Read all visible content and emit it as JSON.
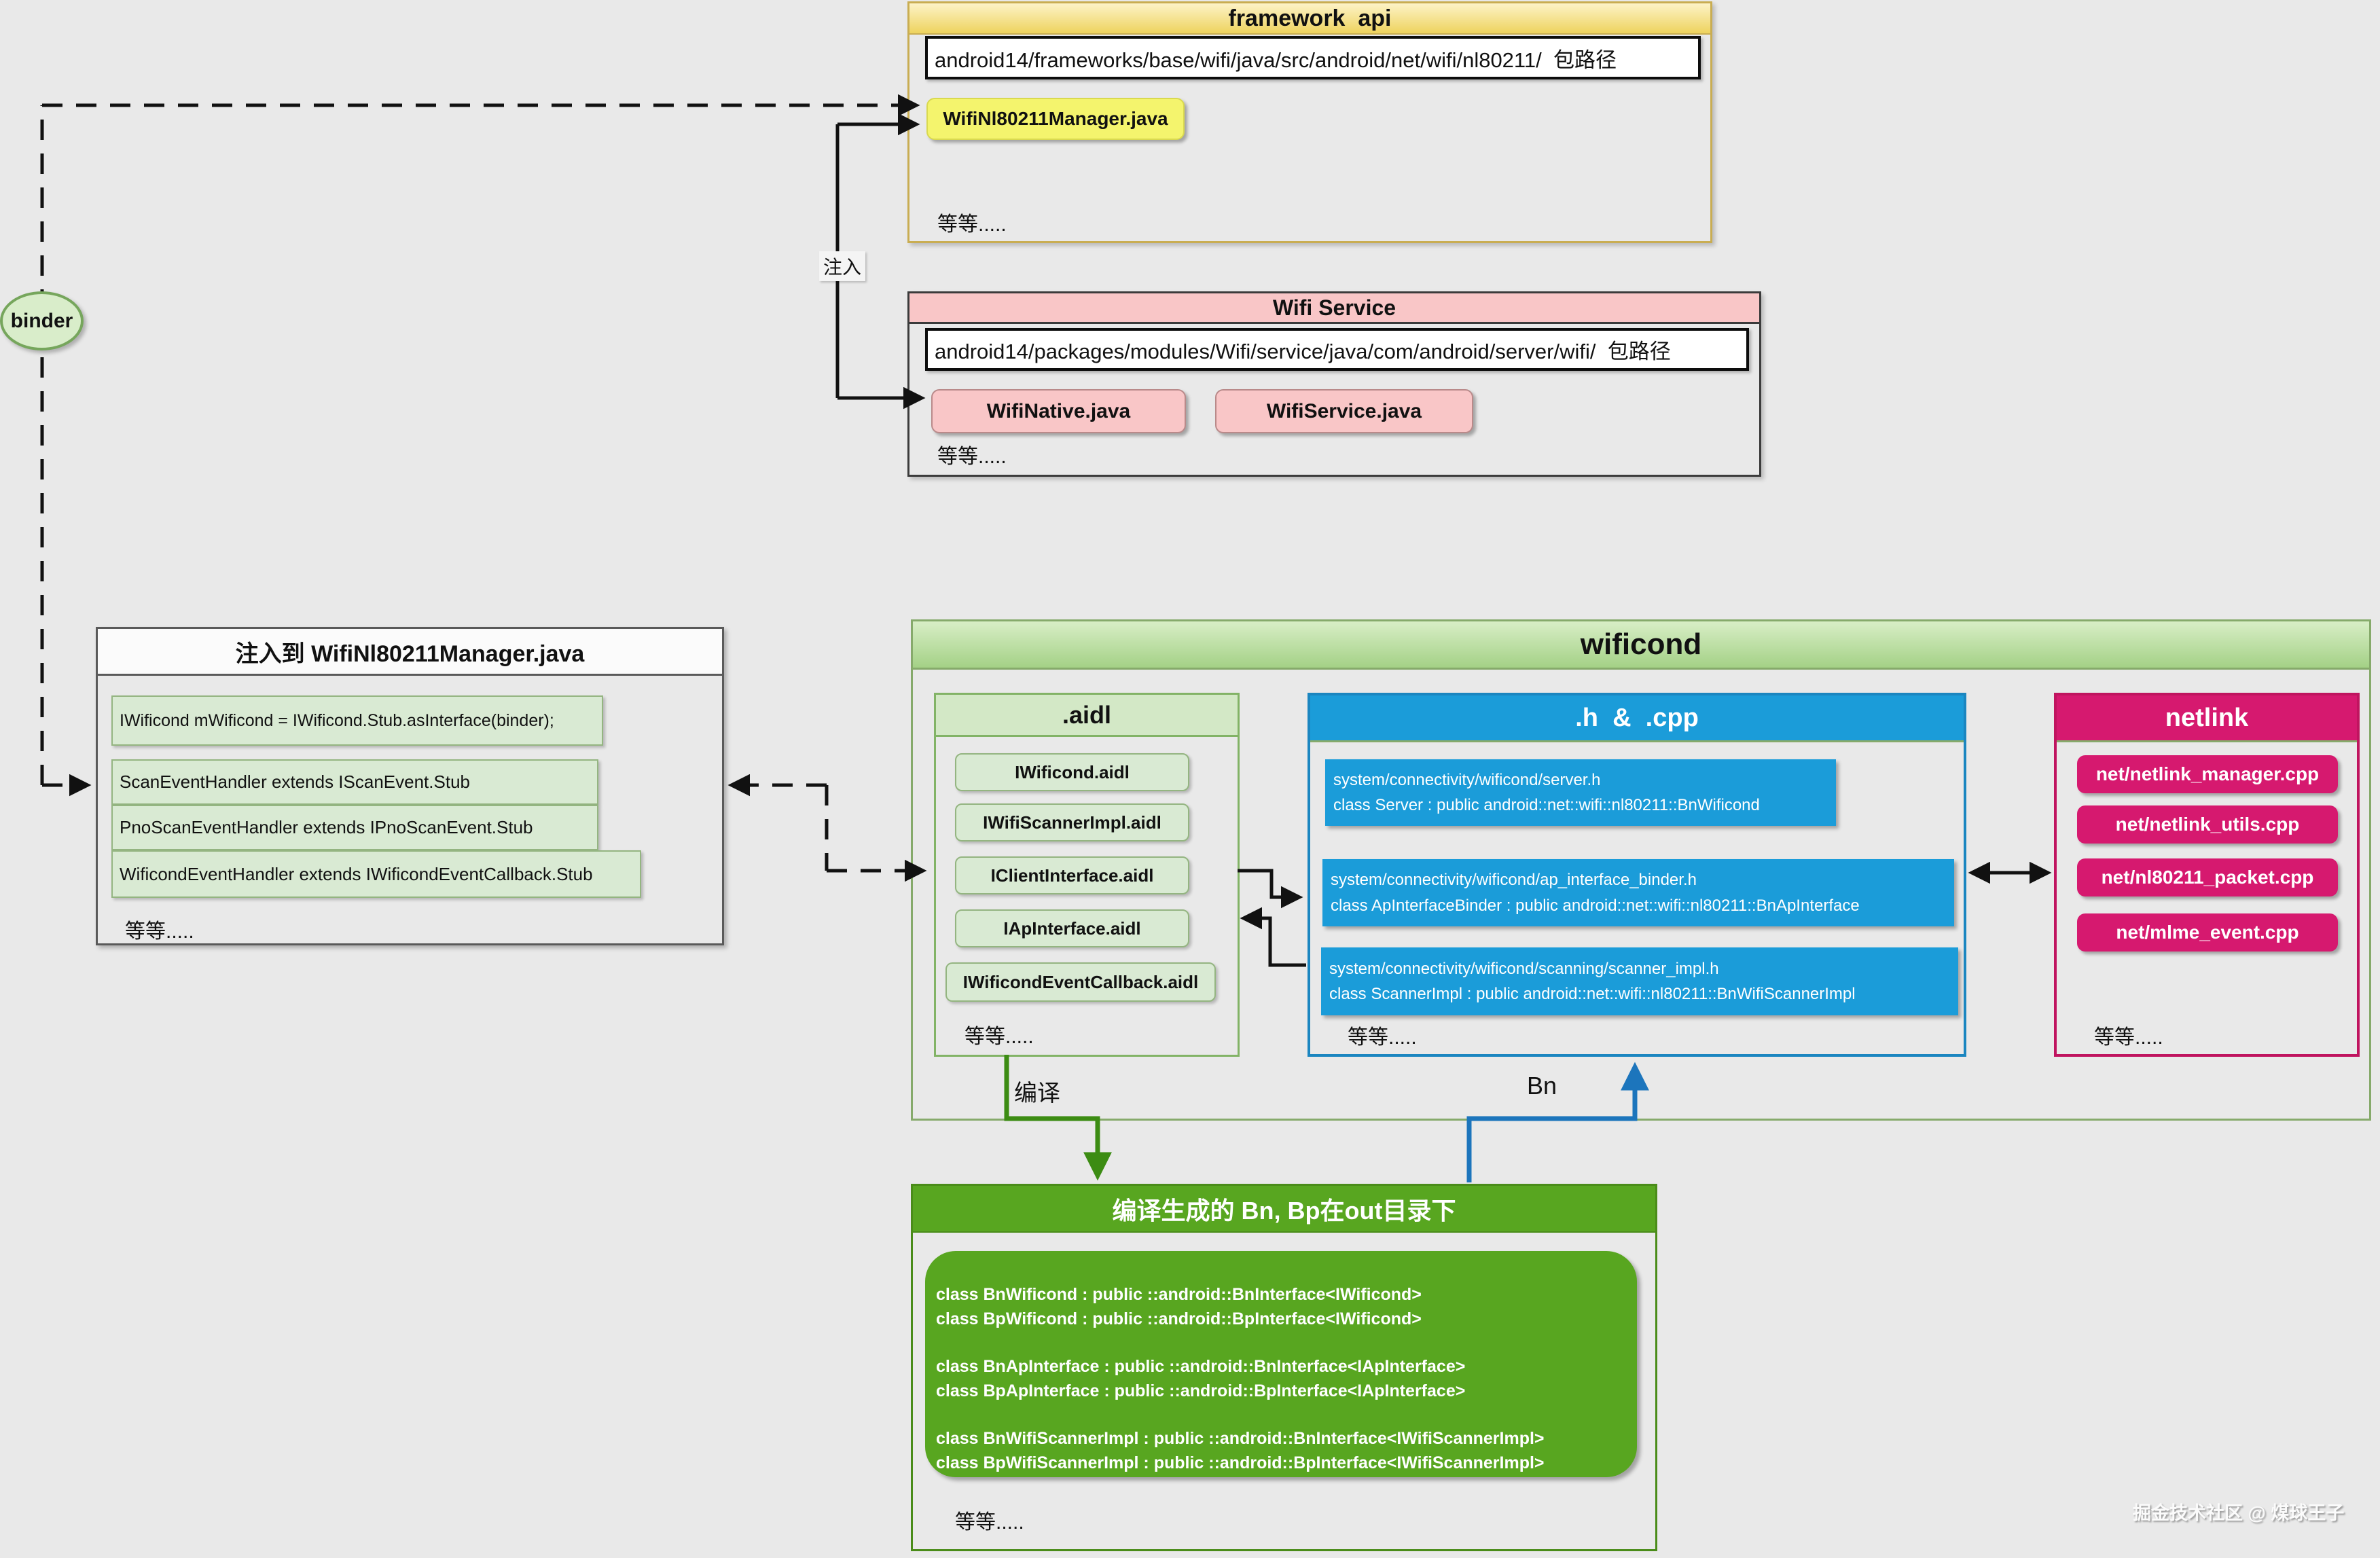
{
  "colors": {
    "bg": "#e9e9e9",
    "fw_border": "#c9ad52",
    "fw_head_top": "#fdf3c7",
    "fw_head_bot": "#eed35e",
    "yellow_fill": "#f4f46d",
    "yellow_border": "#d9d94f",
    "sv_border": "#3b3b3b",
    "sv_pink": "#f9c6c7",
    "sv_item_border": "#b98a8a",
    "in_border": "#5a5a5a",
    "gr_item": "#d9ead3",
    "gr_item_border": "#94b581",
    "wc_border": "#86aa6b",
    "wc_head_top": "#d8eec6",
    "wc_head_bot": "#a4d186",
    "aidl_head": "#d3e8c6",
    "aidl_border": "#82b366",
    "hc_blue": "#1b9cd9",
    "hc_border": "#1b86c0",
    "nl_pink": "#d6196f",
    "nl_border": "#c0145f",
    "gen_green": "#58a620",
    "gen_border": "#4a8c19",
    "binder_fill": "#d9edca",
    "binder_border": "#76a65c",
    "arrow_black": "#111111",
    "arrow_green": "#3c8c13",
    "arrow_blue": "#1c75bc",
    "wm_color": "#fbfbfb"
  },
  "more": "等等.....",
  "framework_api": {
    "title": "framework  api",
    "path": "android14/frameworks/base/wifi/java/src/android/net/wifi/nl80211/  包路径",
    "file": "WifiNl80211Manager.java"
  },
  "wifi_service": {
    "title": "Wifi Service",
    "path": "android14/packages/modules/Wifi/service/java/com/android/server/wifi/  包路径",
    "files": [
      "WifiNative.java",
      "WifiService.java"
    ]
  },
  "binder": {
    "label": "binder"
  },
  "inject_box": {
    "title": "注入到 WifiNl80211Manager.java",
    "items": [
      "IWificond mWificond = IWificond.Stub.asInterface(binder);",
      "ScanEventHandler extends IScanEvent.Stub",
      "PnoScanEventHandler extends IPnoScanEvent.Stub",
      "WificondEventHandler extends IWificondEventCallback.Stub"
    ]
  },
  "wificond": {
    "title": "wificond",
    "aidl": {
      "title": ".aidl",
      "items": [
        "IWificond.aidl",
        "IWifiScannerImpl.aidl",
        "IClientInterface.aidl",
        "IApInterface.aidl",
        "IWificondEventCallback.aidl"
      ]
    },
    "hcpp": {
      "title": ".h  &  .cpp",
      "boxes": [
        {
          "path": "system/connectivity/wificond/server.h",
          "cls": "class Server : public android::net::wifi::nl80211::BnWificond"
        },
        {
          "path": "system/connectivity/wificond/ap_interface_binder.h",
          "cls": "class ApInterfaceBinder : public android::net::wifi::nl80211::BnApInterface"
        },
        {
          "path": "system/connectivity/wificond/scanning/scanner_impl.h",
          "cls": "class ScannerImpl : public android::net::wifi::nl80211::BnWifiScannerImpl"
        }
      ]
    },
    "netlink": {
      "title": "netlink",
      "items": [
        "net/netlink_manager.cpp",
        "net/netlink_utils.cpp",
        "net/nl80211_packet.cpp",
        "net/mlme_event.cpp"
      ]
    }
  },
  "generated_box": {
    "title": "编译生成的 Bn, Bp在out目录下",
    "lines": [
      "class BnWificond : public ::android::BnInterface<IWificond>",
      "class BpWificond : public ::android::BpInterface<IWificond>",
      "class BnApInterface : public ::android::BnInterface<IApInterface>",
      "class BpApInterface : public ::android::BpInterface<IApInterface>",
      "class BnWifiScannerImpl : public ::android::BnInterface<IWifiScannerImpl>",
      "class BpWifiScannerImpl : public ::android::BpInterface<IWifiScannerImpl>"
    ]
  },
  "labels": {
    "inject": "注入",
    "compile": "编译",
    "bn": "Bn"
  },
  "watermark": "掘金技术社区 @ 煤球王子"
}
